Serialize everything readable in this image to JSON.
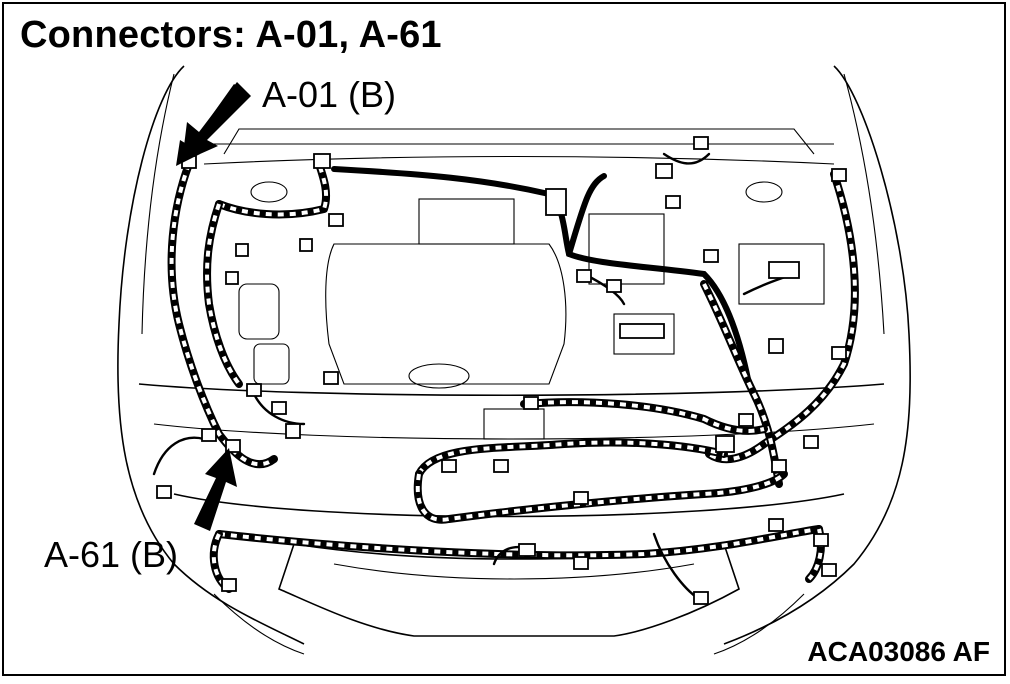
{
  "title": "Connectors: A-01, A-61",
  "callouts": {
    "a01": "A-01 (B)",
    "a61": "A-61 (B)"
  },
  "figure_code": "ACA03086 AF"
}
